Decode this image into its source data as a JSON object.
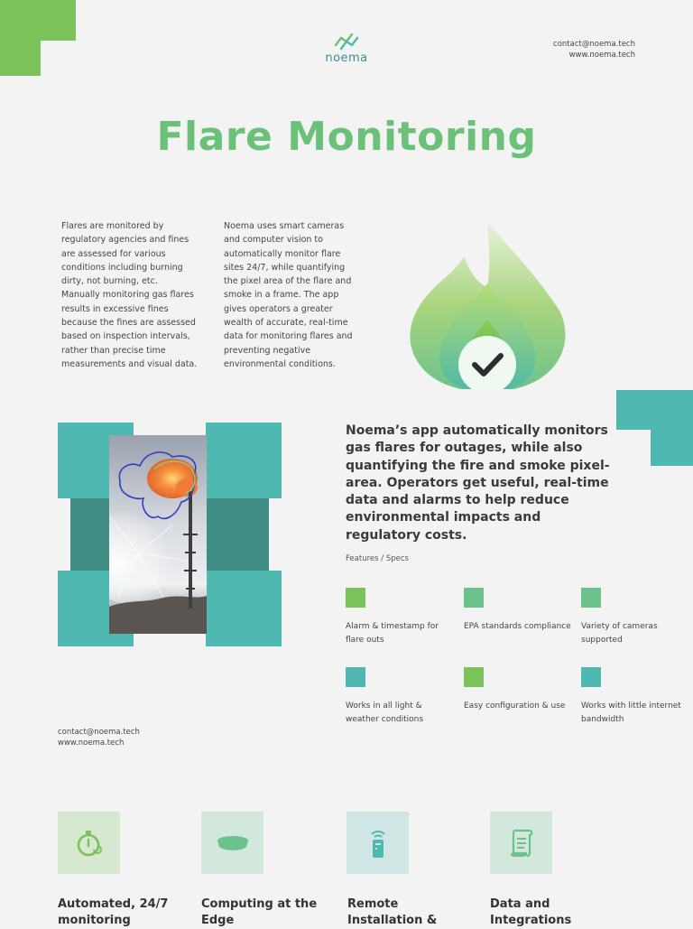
{
  "brand": {
    "name": "noema",
    "logo_icon": "noema-logo-icon"
  },
  "contact": {
    "email": "contact@noema.tech",
    "website": "www.noema.tech"
  },
  "title": "Flare Monitoring",
  "intro": {
    "col1": "Flares are monitored by regulatory agencies and fines are assessed for various conditions including burning dirty, not burning, etc.  Manually monitoring gas flares results in excessive fines because the fines are assessed based on inspection intervals, rather than precise time measurements and visual data.",
    "col2": "Noema uses smart cameras and computer vision to automatically monitor flare sites 24/7, while quantifying the pixel area of the flare and smoke in a frame. The app gives operators a greater wealth of accurate, real-time data for monitoring flares and preventing negative environmental conditions."
  },
  "hero_icon": "flame-check-icon",
  "lead": "Noema’s app automatically monitors gas flares for outages, while also quantifying the fire and smoke pixel-area. Operators get useful, real-time data and alarms to help reduce environmental impacts and regulatory costs.",
  "features_label": "Features / Specs",
  "features": [
    {
      "label": "Alarm & timestamp for flare outs",
      "color": "#7cc25b"
    },
    {
      "label": "EPA standards compliance",
      "color": "#6cc28c"
    },
    {
      "label": "Variety of cameras supported",
      "color": "#6cc28c"
    },
    {
      "label": "Works in all light & weather conditions",
      "color": "#4fb9b1"
    },
    {
      "label": "Easy configuration & use",
      "color": "#7cc25b"
    },
    {
      "label": "Works with little internet bandwidth",
      "color": "#4fb9b1"
    }
  ],
  "bottom_tiles": [
    {
      "label": "Automated, 24/7 monitoring",
      "icon": "stopwatch-icon",
      "bg": "#d6e8cf",
      "fg": "#7cc25b"
    },
    {
      "label": "Computing at the Edge",
      "icon": "edge-device-icon",
      "bg": "#d3e8dd",
      "fg": "#6cc28c"
    },
    {
      "label": "Remote Installation &",
      "icon": "remote-icon",
      "bg": "#cfe6e5",
      "fg": "#4fb9b1"
    },
    {
      "label": "Data and Integrations",
      "icon": "document-scroll-icon",
      "bg": "#d3e8dd",
      "fg": "#6cc28c"
    }
  ]
}
